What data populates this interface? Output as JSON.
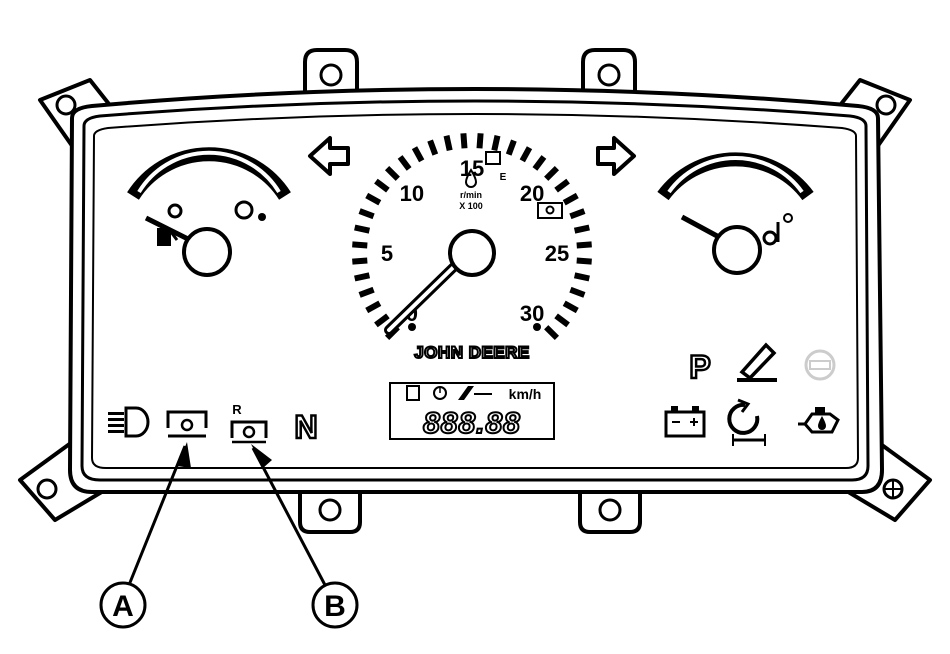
{
  "tachometer": {
    "labels": [
      "0",
      "5",
      "10",
      "15",
      "20",
      "25",
      "30"
    ],
    "unit_line1": "r/min",
    "unit_line2": "X 100",
    "e_mark": "E"
  },
  "brand": "JOHN DEERE",
  "display": {
    "unit": "km/h",
    "digits": "888.88"
  },
  "indicators": {
    "park": "P",
    "neutral": "N",
    "reverse": "R"
  },
  "callouts": [
    {
      "label": "A"
    },
    {
      "label": "B"
    }
  ]
}
